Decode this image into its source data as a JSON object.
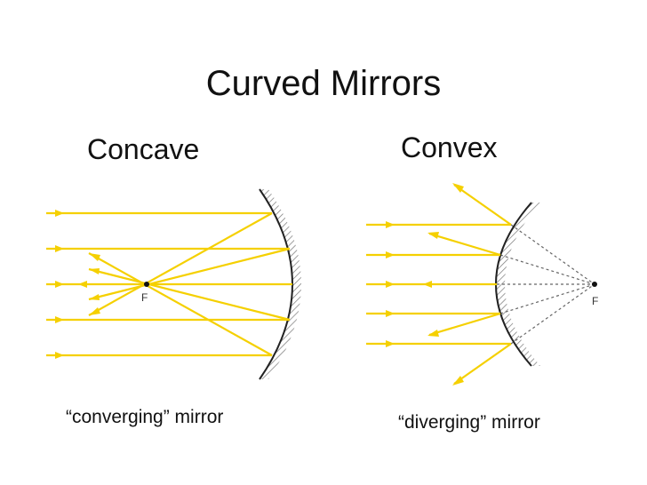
{
  "title": "Curved Mirrors",
  "concave": {
    "heading": "Concave",
    "caption": "“converging” mirror",
    "focal_label": "F"
  },
  "convex": {
    "heading": "Convex",
    "caption": "“diverging” mirror",
    "focal_label": "F"
  },
  "colors": {
    "ray": "#f5d000",
    "mirror": "#222222",
    "hatch": "#777777",
    "virtual": "#666666"
  }
}
